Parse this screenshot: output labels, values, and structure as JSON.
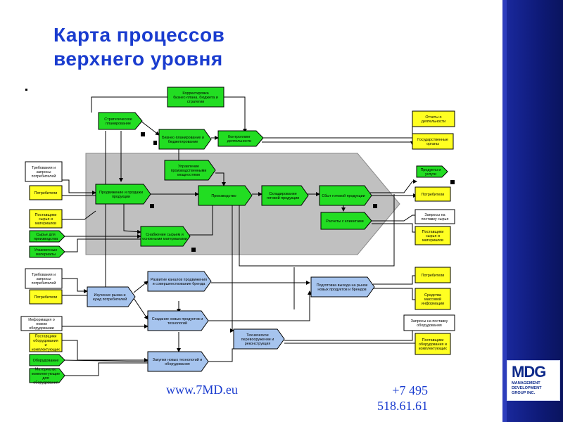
{
  "title": {
    "line1": "Карта процессов",
    "line2": "верхнего уровня"
  },
  "boxes": {
    "budget_correction": "Корректировка бизнес-плана, бюджета и стратегии",
    "strategic_planning": "Стратегическое планирование",
    "business_planning": "Бизнес-планирование и бюджетирование",
    "activity_control": "Контроллинг деятельности",
    "activity_reports": "Отчеты о деятельности",
    "government_bodies": "Государственные органы",
    "requests_consumers_1": "Требования и запросы потребителей",
    "consumers_1": "Потребители",
    "suppliers_raw_1": "Поставщики сырья и материалов",
    "raw_for_production": "Сырье для производства",
    "consumables": "Упаковочные материалы",
    "production_mgmt": "Управление производственными мощностями",
    "promotion_sales": "Продвижение и продажи продукции",
    "production": "Производство",
    "warehousing": "Складирование готовой продукции",
    "sales": "Сбыт готовой продукции",
    "client_payments": "Расчеты с клиентами",
    "supply": "Снабжение сырьем и основными материалами",
    "products_services": "Продукты и услуги",
    "consumers_2": "Потребители",
    "requests_raw_supply": "Запросы на поставку сырья",
    "suppliers_raw_2": "Поставщики сырья и материалов",
    "requests_consumers_2": "Требования и запросы потребителей",
    "consumers_3": "Потребители",
    "market_study": "Изучение рынка и нужд потребителей",
    "channel_dev": "Развитие каналов продвижения и совершенствование бренда",
    "new_product_prep": "Подготовка выхода на рынок новых продуктов и брендов",
    "new_products": "Создание новых продуктов и технологий",
    "tech_reequip": "Техническое перевооружение и реконструкция",
    "new_tech_purchase": "Закупки новых технологий и оборудования",
    "equipment_info": "Информация о новом оборудовании",
    "equipment_suppliers_1": "Поставщики оборудования и комплектующих",
    "equipment": "Оборудование",
    "components": "Материалы, комплектующие для оборудования",
    "consumers_4": "Потребители",
    "mass_media": "Средства массовой информации",
    "requests_equipment": "Запросы на поставку оборудования",
    "equipment_suppliers_2": "Поставщики оборудования и комплектующих"
  },
  "footer": {
    "url": "www.7MD.eu",
    "phone_line1": "+7 495",
    "phone_line2": "518.61.61"
  },
  "logo": {
    "mark": "MDG",
    "line1": "MANAGEMENT",
    "line2": "DEVELOPMENT",
    "line3": "GROUP INC."
  },
  "colors": {
    "green": "#22dd22",
    "yellow": "#ffff22",
    "light_blue": "#a6c4ee",
    "gray_band": "#c0c0c0",
    "title_blue": "#1a3ccf"
  }
}
